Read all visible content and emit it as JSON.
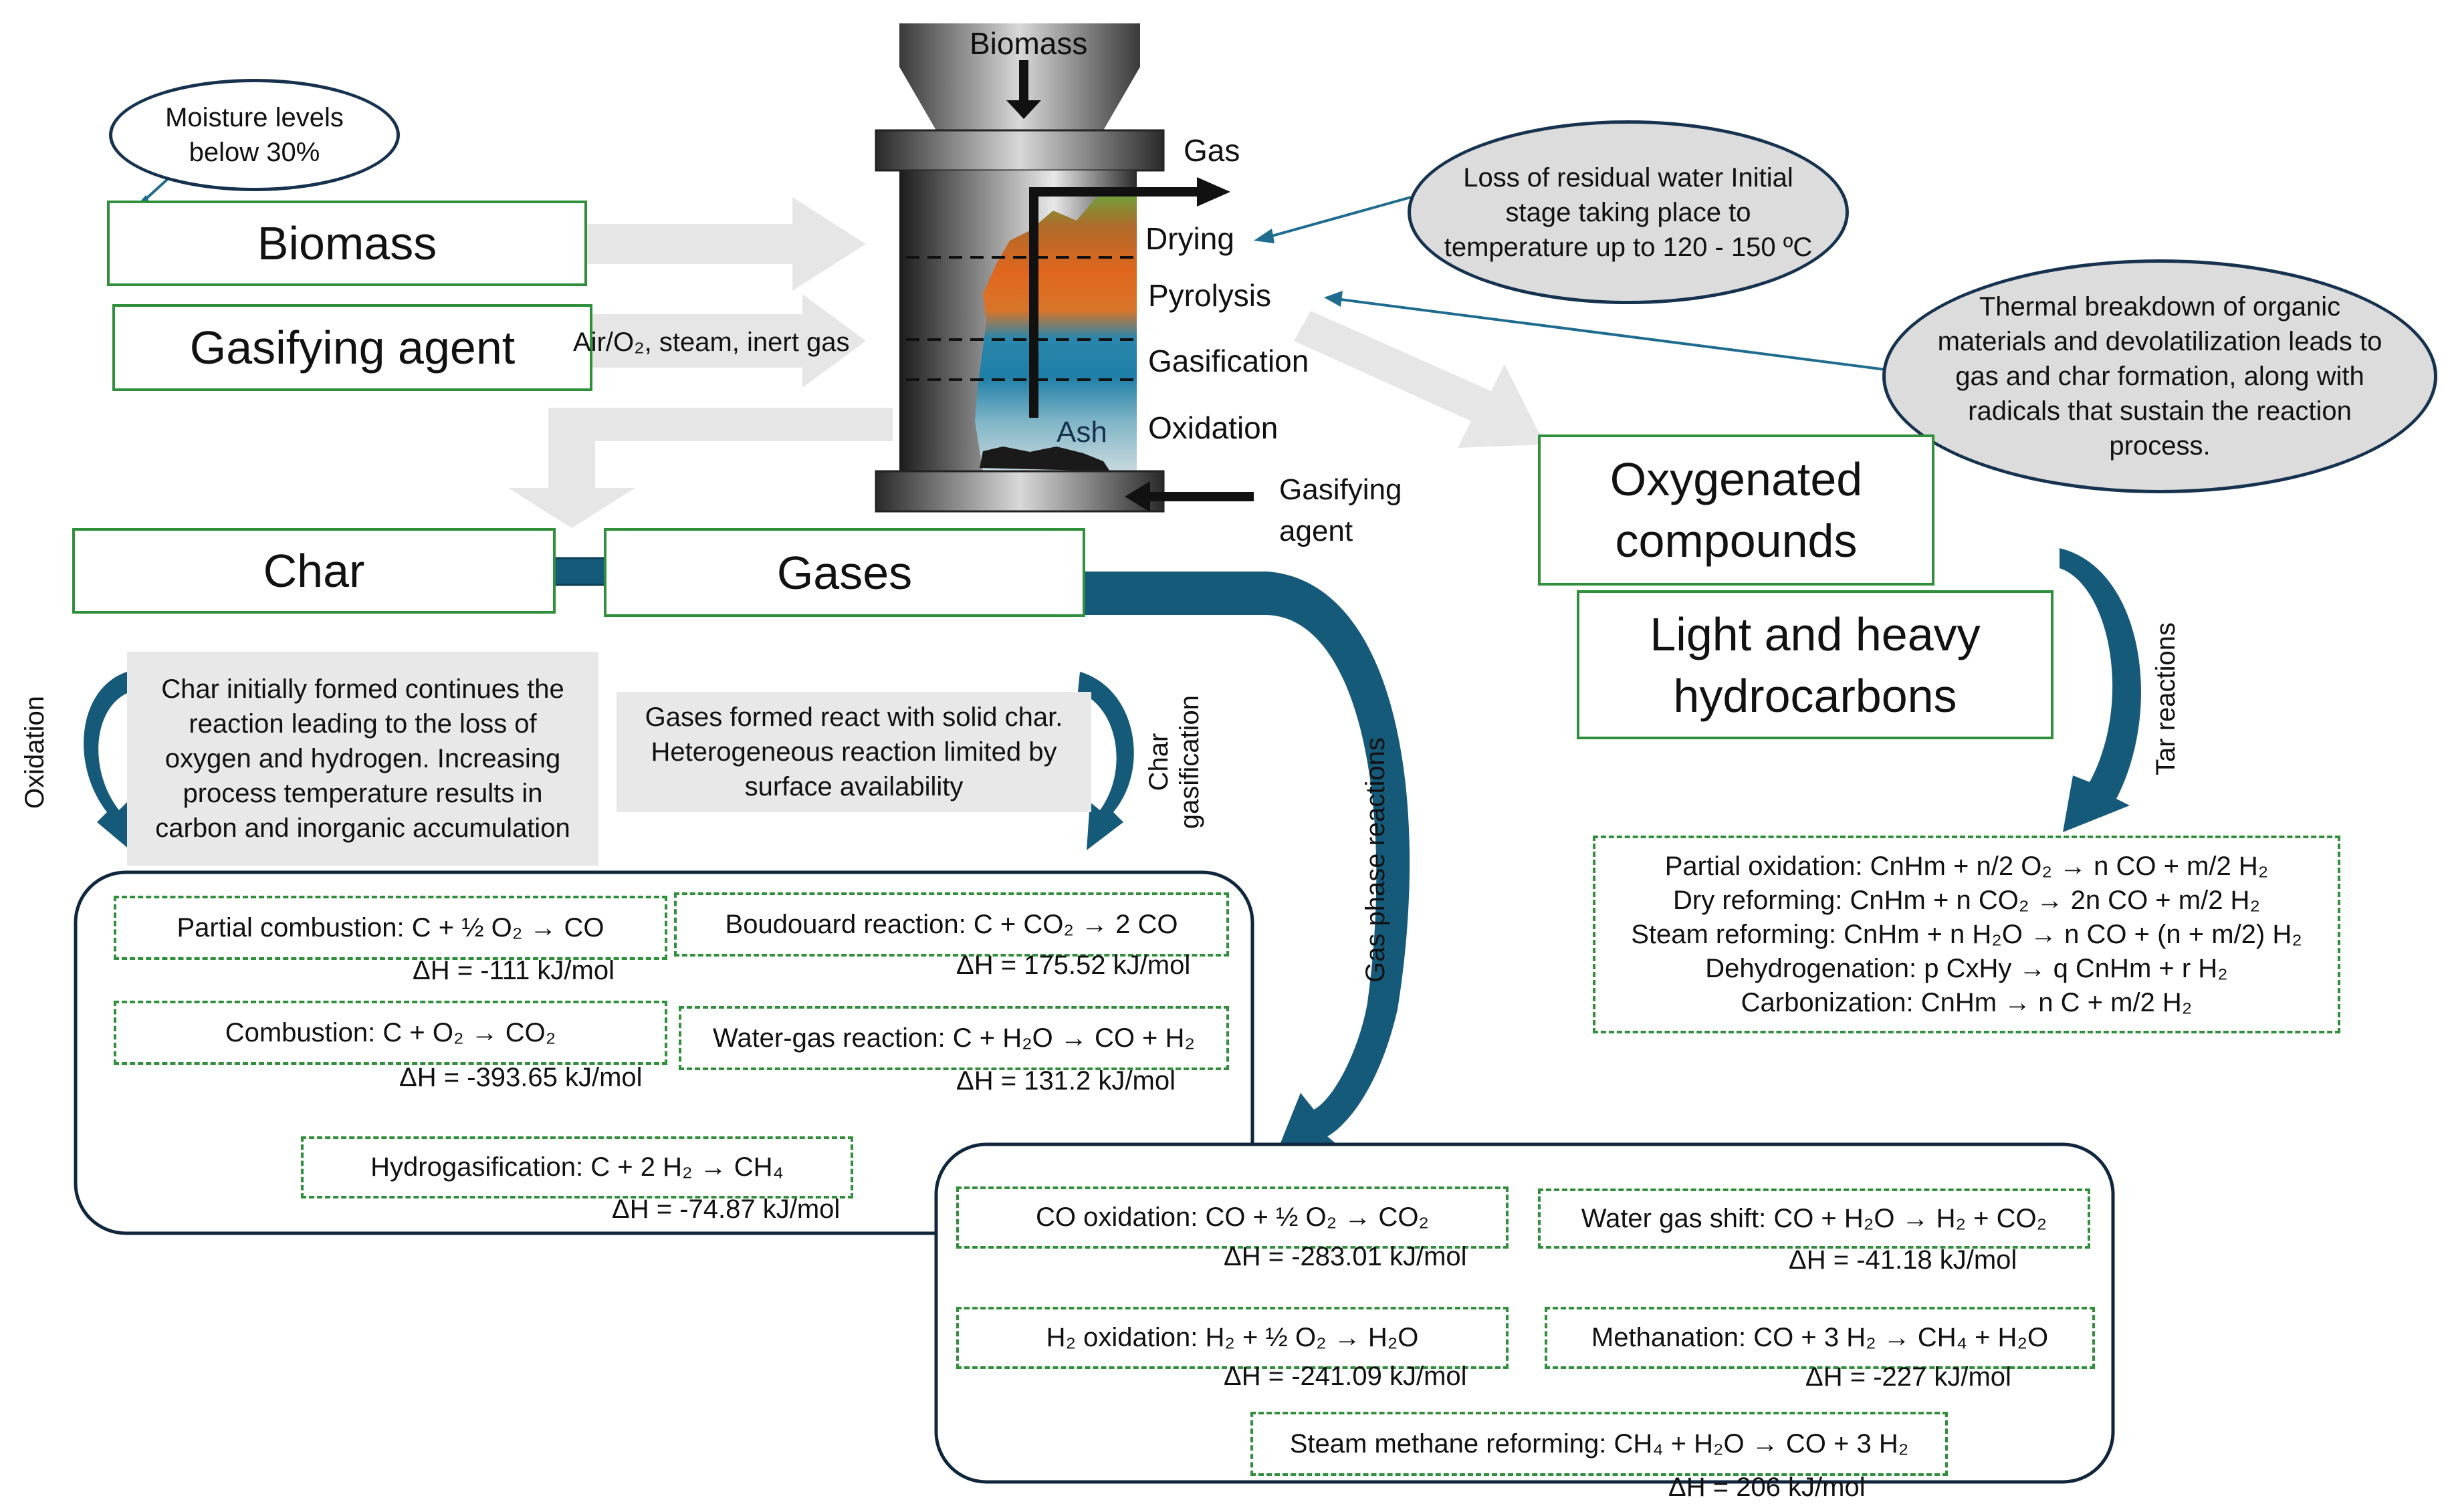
{
  "inputs": {
    "biomass_label": "Biomass",
    "gasifying_agent_label": "Gasifying agent",
    "agent_types": "Air/O₂, steam, inert gas",
    "moisture_note": "Moisture levels below 30%"
  },
  "reactor": {
    "top_label": "Biomass",
    "gas_label": "Gas",
    "zone_drying": "Drying",
    "zone_pyrolysis": "Pyrolysis",
    "zone_gasification": "Gasification",
    "zone_oxidation": "Oxidation",
    "ash_label": "Ash",
    "agent_inlet_label": "Gasifying agent"
  },
  "callouts": {
    "drying_note": "Loss of residual water Initial stage taking place to temperature up to 120 - 150 ºC",
    "pyrolysis_note": "Thermal breakdown of organic materials and devolatilization leads to gas and char formation, along with radicals that sustain the reaction process."
  },
  "products": {
    "char": "Char",
    "gases": "Gases",
    "oxygenated": "Oxygenated compounds",
    "hydrocarbons": "Light and heavy hydrocarbons"
  },
  "notes": {
    "char_note": "Char initially formed continues the reaction leading to the loss of oxygen and hydrogen. Increasing process temperature results in carbon and inorganic accumulation",
    "gases_note": "Gases formed react with solid char. Heterogeneous reaction limited by surface availability"
  },
  "pathways": {
    "oxidation": "Oxidation",
    "char_gasification": "Char gasification",
    "gas_phase": "Gas phase reactions",
    "tar": "Tar reactions"
  },
  "char_reactions": [
    {
      "name": "Partial combustion",
      "equation": "C + ½ O₂ → CO",
      "dh": "ΔH = -111 kJ/mol"
    },
    {
      "name": "Combustion",
      "equation": "C + O₂ → CO₂",
      "dh": "ΔH = -393.65 kJ/mol"
    },
    {
      "name": "Boudouard reaction",
      "equation": "C + CO₂ → 2 CO",
      "dh": "ΔH = 175.52 kJ/mol"
    },
    {
      "name": "Water-gas reaction",
      "equation": "C + H₂O → CO + H₂",
      "dh": "ΔH = 131.2 kJ/mol"
    },
    {
      "name": "Hydrogasification",
      "equation": "C + 2 H₂ → CH₄",
      "dh": "ΔH = -74.87 kJ/mol"
    }
  ],
  "gas_reactions": [
    {
      "name": "CO oxidation",
      "equation": "CO + ½ O₂ → CO₂",
      "dh": "ΔH = -283.01 kJ/mol"
    },
    {
      "name": "Water gas shift",
      "equation": "CO + H₂O → H₂ + CO₂",
      "dh": "ΔH = -41.18 kJ/mol"
    },
    {
      "name": "H₂ oxidation",
      "equation": "H₂ + ½ O₂ → H₂O",
      "dh": "ΔH = -241.09 kJ/mol"
    },
    {
      "name": "Methanation",
      "equation": "CO + 3 H₂ → CH₄ + H₂O",
      "dh": "ΔH = -227 kJ/mol"
    },
    {
      "name": "Steam methane reforming",
      "equation": "CH₄ + H₂O → CO + 3 H₂",
      "dh": "ΔH = 206 kJ/mol"
    }
  ],
  "tar_reactions": [
    {
      "name": "Partial oxidation",
      "equation": "CnHm + n/2 O₂ → n CO + m/2 H₂"
    },
    {
      "name": "Dry reforming",
      "equation": "CnHm + n CO₂ → 2n CO + m/2 H₂"
    },
    {
      "name": "Steam reforming",
      "equation": "CnHm + n H₂O → n CO + (n + m/2) H₂"
    },
    {
      "name": "Dehydrogenation",
      "equation": "p CxHy → q CnHm + r H₂"
    },
    {
      "name": "Carbonization",
      "equation": "CnHm → n C + m/2 H₂"
    }
  ],
  "colors": {
    "box_border": "#2f8f3a",
    "arrow_dark": "#165a7a",
    "ellipse_border": "#17324f",
    "note_fill": "#e8e8e8",
    "flow_arrow": "#e6e6e6"
  }
}
